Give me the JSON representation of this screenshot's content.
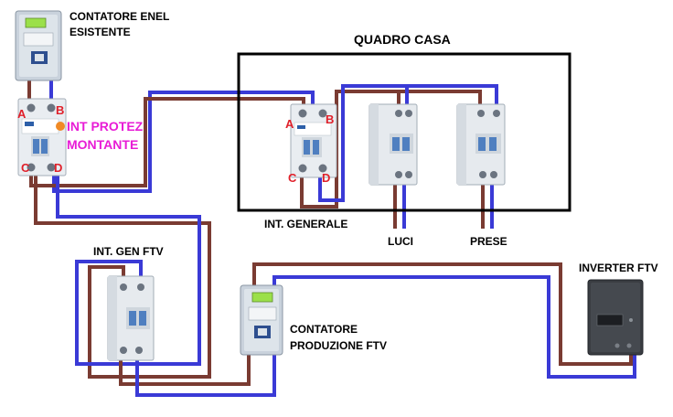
{
  "labels": {
    "meter_existing_line1": "CONTATORE ENEL",
    "meter_existing_line2": "ESISTENTE",
    "breaker_riser_line1": "INT PROTEZ",
    "breaker_riser_line2": "MONTANTE",
    "panel_title": "QUADRO CASA",
    "main_switch": "INT. GENERALE",
    "lights": "LUCI",
    "sockets": "PRESE",
    "pv_main_switch": "INT. GEN FTV",
    "production_meter_line1": "CONTATORE",
    "production_meter_line2": "PRODUZIONE FTV",
    "inverter": "INVERTER FTV"
  },
  "terminals": {
    "a": "A",
    "b": "B",
    "c": "C",
    "d": "D"
  },
  "colors": {
    "phase_wire": "#7a3b32",
    "neutral_wire": "#3a3ad6",
    "terminal_label": "#e0202a",
    "riser_label": "#e81cd6",
    "panel_border": "#000000",
    "breaker_body": "#dfe5ec",
    "breaker_handle": "#4f7fc0",
    "meter_screen": "#9be04a",
    "inverter_body": "#3a3d42"
  },
  "icons": {
    "meter": "electric-meter-icon",
    "breaker": "circuit-breaker-icon",
    "inverter": "solar-inverter-icon"
  }
}
